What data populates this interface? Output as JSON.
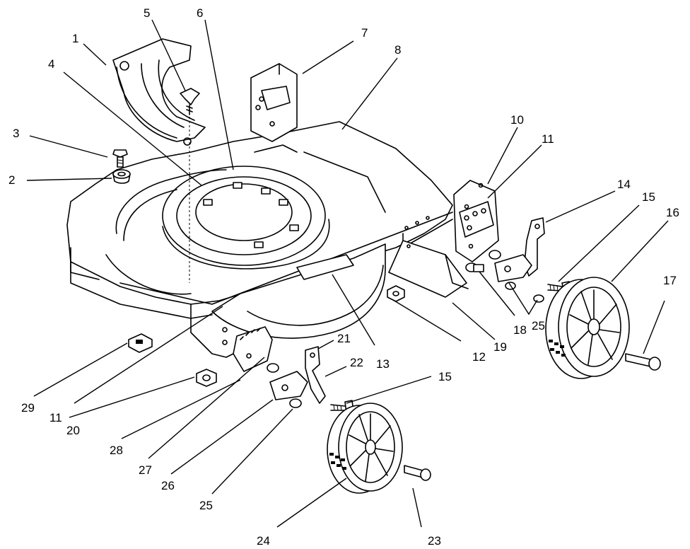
{
  "callouts": [
    {
      "id": "c1",
      "text": "1"
    },
    {
      "id": "c2",
      "text": "2"
    },
    {
      "id": "c3",
      "text": "3"
    },
    {
      "id": "c4",
      "text": "4"
    },
    {
      "id": "c5",
      "text": "5"
    },
    {
      "id": "c6",
      "text": "6"
    },
    {
      "id": "c7",
      "text": "7"
    },
    {
      "id": "c8",
      "text": "8"
    },
    {
      "id": "c10",
      "text": "10"
    },
    {
      "id": "c11a",
      "text": "11"
    },
    {
      "id": "c11b",
      "text": "11"
    },
    {
      "id": "c12",
      "text": "12"
    },
    {
      "id": "c13",
      "text": "13"
    },
    {
      "id": "c14",
      "text": "14"
    },
    {
      "id": "c15a",
      "text": "15"
    },
    {
      "id": "c15b",
      "text": "15"
    },
    {
      "id": "c16",
      "text": "16"
    },
    {
      "id": "c17",
      "text": "17"
    },
    {
      "id": "c18",
      "text": "18"
    },
    {
      "id": "c19",
      "text": "19"
    },
    {
      "id": "c20",
      "text": "20"
    },
    {
      "id": "c21",
      "text": "21"
    },
    {
      "id": "c22",
      "text": "22"
    },
    {
      "id": "c23",
      "text": "23"
    },
    {
      "id": "c24",
      "text": "24"
    },
    {
      "id": "c25a",
      "text": "25"
    },
    {
      "id": "c25b",
      "text": "25"
    },
    {
      "id": "c26",
      "text": "26"
    },
    {
      "id": "c27",
      "text": "27"
    },
    {
      "id": "c28",
      "text": "28"
    },
    {
      "id": "c29",
      "text": "29"
    }
  ]
}
